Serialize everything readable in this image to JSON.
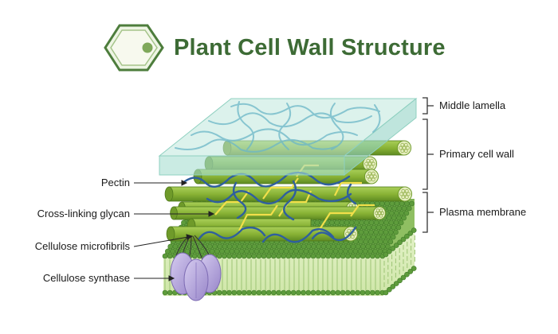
{
  "header": {
    "title": "Plant Cell Wall Structure",
    "icon": "plant-cell-icon"
  },
  "labels_left": [
    "Pectin",
    "Cross-linking glycan",
    "Cellulose microfibrils",
    "Cellulose synthase"
  ],
  "labels_right": [
    "Middle lamella",
    "Primary cell wall",
    "Plasma membrane"
  ],
  "colors": {
    "title": "#3d6b35",
    "microfibril": "#8cb43a",
    "microfibril_dark": "#5f8a22",
    "glycan": "#f2df4a",
    "pectin": "#2f5f9e",
    "lamella": "#bfe8dc",
    "membrane_head": "#6aa84f",
    "membrane_tail": "#d6ecb8",
    "synthase": "#b9a8dd"
  }
}
